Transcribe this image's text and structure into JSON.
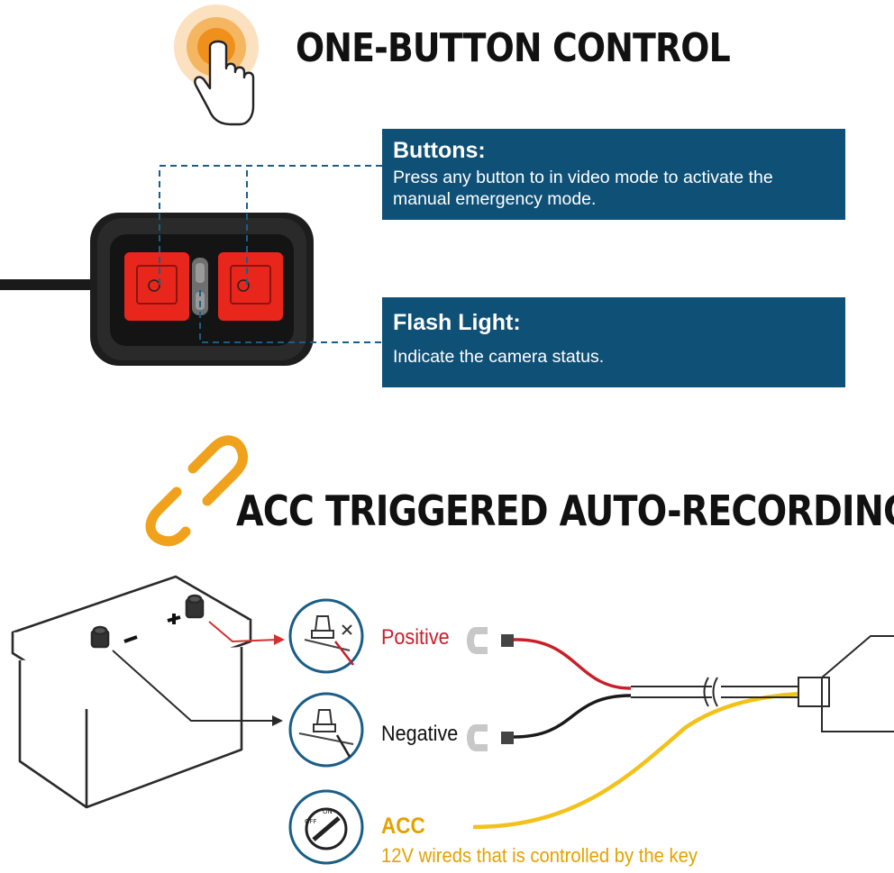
{
  "section_one": {
    "title": "ONE-BUTTON CONTROL",
    "buttons_callout": {
      "title": "Buttons:",
      "text_line1": "Press any button to in video mode to activate the",
      "text_line2": "manual emergency mode."
    },
    "flash_callout": {
      "title": "Flash Light:",
      "text": "Indicate the camera status."
    }
  },
  "section_two": {
    "title": "ACC TRIGGERED AUTO-RECORDING",
    "battery_symbols": {
      "minus": "−",
      "plus": "+"
    },
    "positive_label": "Positive",
    "negative_label": "Negative",
    "acc_label": "ACC",
    "acc_description": "12V wireds that is controlled by the key",
    "key_switch": {
      "on": "ON",
      "off": "OFF"
    }
  },
  "colors": {
    "callout_bg": "#0f5077",
    "button_red": "#e8261c",
    "positive_red": "#c8202a",
    "acc_yellow": "#e3a200",
    "icon_orange": "#f0a21c"
  },
  "icons": [
    "tap-finger-icon",
    "chain-link-icon",
    "terminal-circle-icon",
    "ignition-key-icon"
  ]
}
